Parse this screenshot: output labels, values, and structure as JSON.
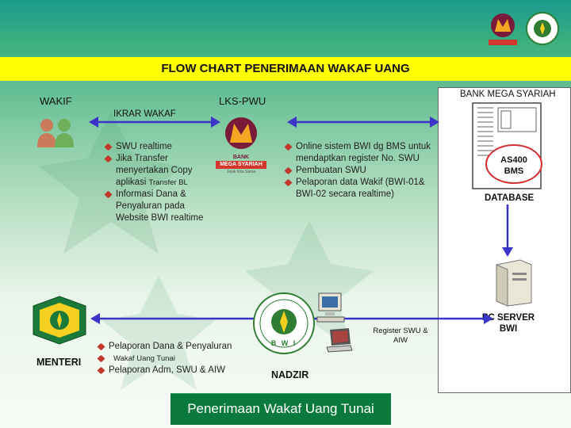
{
  "title": "FLOW CHART PENERIMAAN WAKAF UANG",
  "labels": {
    "wakif": "WAKIF",
    "lks_pwu": "LKS-PWU",
    "ikrar_wakaf": "IKRAR WAKAF",
    "bank_mega_syariah": "BANK MEGA SYARIAH",
    "as400": "AS400 BMS",
    "database": "DATABASE",
    "pc_server": "PC SERVER BWI",
    "register": "Register SWU & AIW",
    "nadzir": "NADZIR",
    "menteri": "MENTERI",
    "footer": "Penerimaan Wakaf Uang Tunai"
  },
  "bank_logo": {
    "name_top": "BANK",
    "name_bottom": "MEGA SYARIAH",
    "tagline": "Jejak Kita Sama"
  },
  "wakif_list": [
    "SWU realtime",
    "Jika Transfer menyertakan Copy aplikasi",
    "Informasi Dana & Penyaluran pada Website BWI realtime"
  ],
  "wakif_list_small": "Transfer BL",
  "online_list": [
    "Online sistem BWI dg BMS untuk mendaptkan register No. SWU",
    "Pembuatan SWU",
    "Pelaporan data Wakif (BWI-01& BWI-02 secara realtime)"
  ],
  "menteri_list": [
    "Pelaporan Dana & Penyaluran",
    "Wakaf Uang Tunai",
    "Pelaporan Adm, SWU & AIW"
  ],
  "bwi_seal_text": "B W I",
  "colors": {
    "title_bar": "#ffff00",
    "footer": "#0a7a3c",
    "arrow": "#3a35c8",
    "bullet": "#c0392b"
  }
}
